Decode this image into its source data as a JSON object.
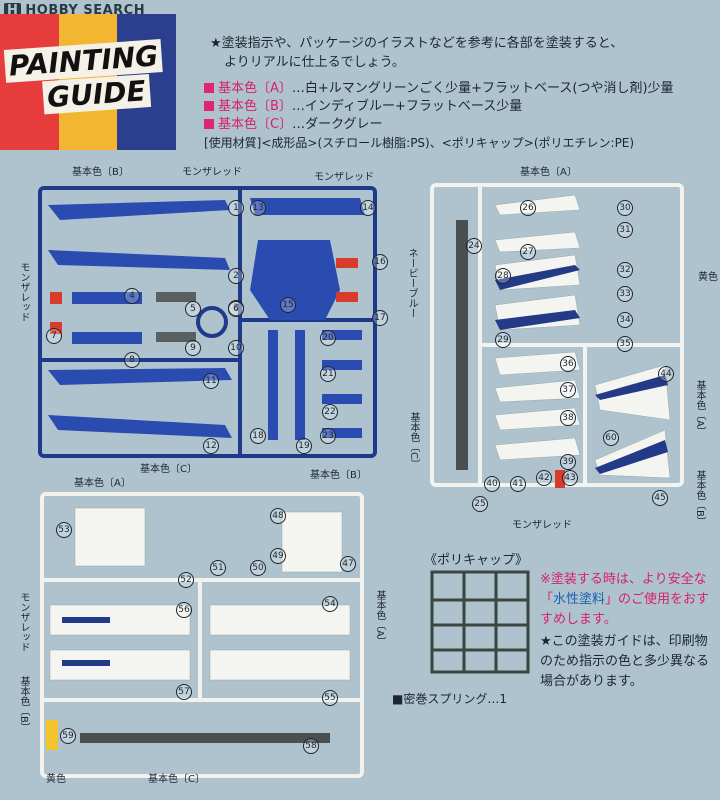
{
  "watermark": "HOBBY SEARCH",
  "title": {
    "line1": "PAINTING",
    "line2": "GUIDE"
  },
  "stripe_colors": [
    "#e63c3c",
    "#f2b632",
    "#2c3f8f"
  ],
  "intro": {
    "line1": "★塗装指示や、パッケージのイラストなどを参考に各部を塗装すると、",
    "line2": "よりリアルに仕上るでしょう。"
  },
  "colors": [
    {
      "label": "基本色〔A〕",
      "text": "…白+ルマングリーンごく少量+フラットベース(つや消し剤)少量"
    },
    {
      "label": "基本色〔B〕",
      "text": "…インディブルー+フラットベース少量"
    },
    {
      "label": "基本色〔C〕",
      "text": "…ダークグレー"
    }
  ],
  "materials": "[使用材質]<成形品>(スチロール樹脂:PS)、<ポリキャップ>(ポリエチレン:PE)",
  "labels": {
    "kihon_b_top": "基本色〔B〕",
    "monza_top": "モンザレッド",
    "monza_top2": "モンザレッド",
    "monza_left": "モンザレッド",
    "kihon_c_bottom": "基本色〔C〕",
    "kihon_b_bottom": "基本色〔B〕",
    "kihon_a_top_right": "基本色〔A〕",
    "navy_blue": "ネービーブルー",
    "yellow_right": "黄色",
    "kihon_a_right": "基本色〔A〕",
    "kihon_c_right": "基本色〔C〕",
    "kihon_b_right": "基本色〔B〕",
    "monza_bottom_right": "モンザレッド",
    "kihon_a_bottom_left": "基本色〔A〕",
    "monza_bottom_left": "モンザレッド",
    "kihon_a_bottom_mid": "基本色〔A〕",
    "kihon_b_bottom_left": "基本色〔B〕",
    "yellow_bottom": "黄色",
    "kihon_c_bottom_left": "基本色〔C〕"
  },
  "polycap_title": "《ポリキャップ》",
  "note_pink": {
    "a": "※塗装する時は、より安全な「",
    "b": "水性塗料",
    "c": "」のご使用をおすすめします。"
  },
  "note_dark": "★この塗装ガイドは、印刷物のため指示の色と多少異なる場合があります。",
  "spring": "■密巻スプリング…1",
  "part_numbers": [
    "1",
    "2",
    "3",
    "4",
    "5",
    "6",
    "7",
    "8",
    "9",
    "10",
    "11",
    "12",
    "13",
    "14",
    "15",
    "16",
    "17",
    "18",
    "19",
    "20",
    "21",
    "22",
    "23",
    "24",
    "25",
    "26",
    "27",
    "28",
    "29",
    "30",
    "31",
    "32",
    "33",
    "34",
    "35",
    "36",
    "37",
    "38",
    "39",
    "40",
    "41",
    "42",
    "43",
    "44",
    "45",
    "47",
    "48",
    "49",
    "50",
    "51",
    "52",
    "53",
    "54",
    "55",
    "56",
    "57",
    "58",
    "59",
    "60"
  ]
}
